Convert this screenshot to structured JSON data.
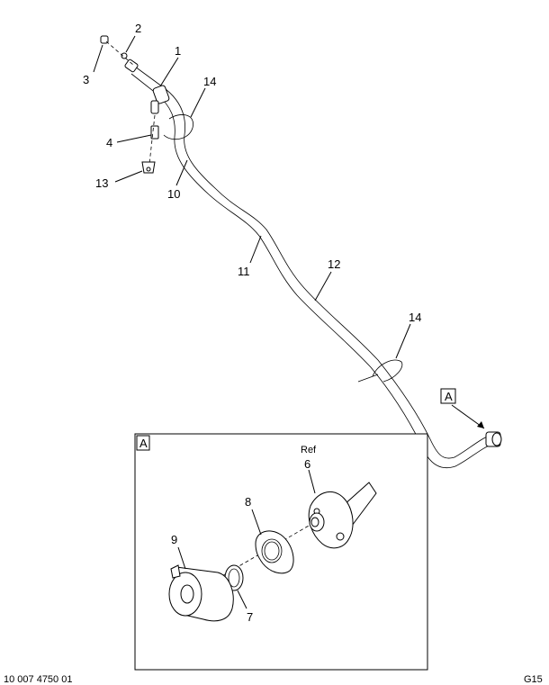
{
  "callouts": {
    "c1": "1",
    "c2": "2",
    "c3": "3",
    "c4": "4",
    "c6": "6",
    "c7": "7",
    "c8": "8",
    "c9": "9",
    "c10": "10",
    "c11": "11",
    "c12": "12",
    "c13": "13",
    "c14a": "14",
    "c14b": "14"
  },
  "detail": {
    "ref_box_label": "A",
    "inset_label": "A",
    "ref_text": "Ref"
  },
  "footer": {
    "left_id": "10 007 4750 01",
    "right_id": "G15"
  }
}
